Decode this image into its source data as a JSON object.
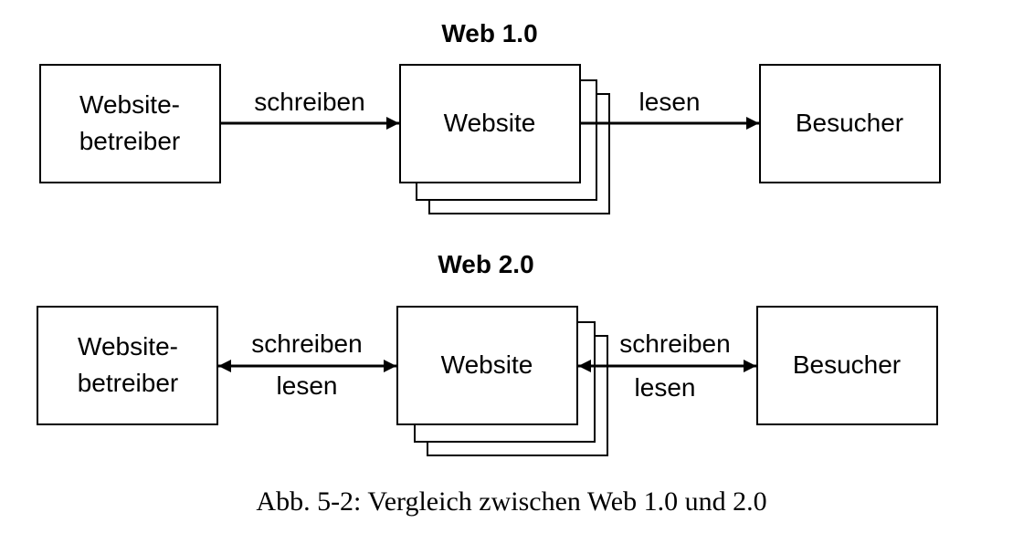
{
  "web1": {
    "title": "Web 1.0",
    "operator_line1": "Website-",
    "operator_line2": "betreiber",
    "arrow1_label": "schreiben",
    "website": "Website",
    "arrow2_label": "lesen",
    "visitor": "Besucher"
  },
  "web2": {
    "title": "Web 2.0",
    "operator_line1": "Website-",
    "operator_line2": "betreiber",
    "arrow1_label_top": "schreiben",
    "arrow1_label_bottom": "lesen",
    "website": "Website",
    "arrow2_label_top": "schreiben",
    "arrow2_label_bottom": "lesen",
    "visitor": "Besucher"
  },
  "caption": "Abb. 5-2: Vergleich zwischen Web 1.0 und 2.0"
}
